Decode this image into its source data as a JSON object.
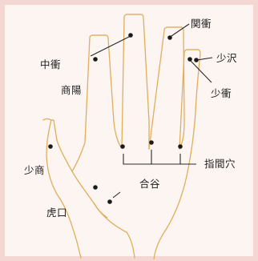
{
  "labels": {
    "zhongchong": "中衝",
    "shangyang": "商陽",
    "guanchong": "関衝",
    "shaoze": "少沢",
    "shaochong": "少衝",
    "shaoshang": "少商",
    "hegu": "合谷",
    "zhijianxue": "指間穴",
    "hukou": "虎口"
  },
  "colors": {
    "outline": "#e0ad5a",
    "frame": "#f4d6d3",
    "background": "#fcf5f2",
    "ink": "#1b1b1b"
  }
}
